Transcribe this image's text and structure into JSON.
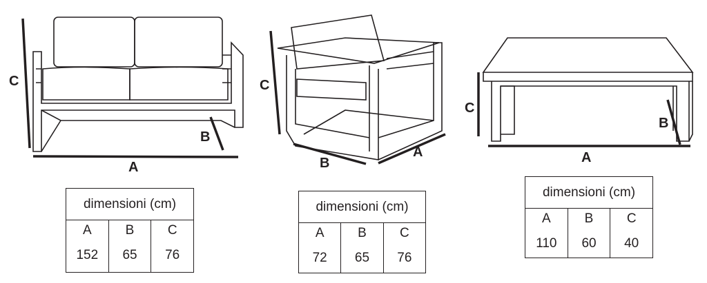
{
  "products": [
    {
      "name": "sofa",
      "dim_labels": {
        "a": "A",
        "b": "B",
        "c": "C"
      },
      "table": {
        "header": "dimensioni (cm)",
        "cols": [
          {
            "k": "A",
            "v": "152"
          },
          {
            "k": "B",
            "v": "65"
          },
          {
            "k": "C",
            "v": "76"
          }
        ]
      }
    },
    {
      "name": "armchair",
      "dim_labels": {
        "a": "A",
        "b": "B",
        "c": "C"
      },
      "table": {
        "header": "dimensioni (cm)",
        "cols": [
          {
            "k": "A",
            "v": "72"
          },
          {
            "k": "B",
            "v": "65"
          },
          {
            "k": "C",
            "v": "76"
          }
        ]
      }
    },
    {
      "name": "coffee-table",
      "dim_labels": {
        "a": "A",
        "b": "B",
        "c": "C"
      },
      "table": {
        "header": "dimensioni (cm)",
        "cols": [
          {
            "k": "A",
            "v": "110"
          },
          {
            "k": "B",
            "v": "60"
          },
          {
            "k": "C",
            "v": "40"
          }
        ]
      }
    }
  ]
}
